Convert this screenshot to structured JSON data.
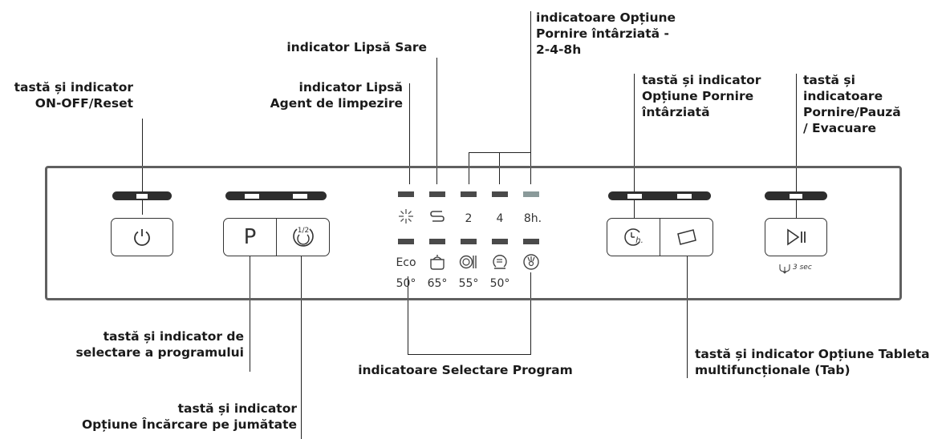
{
  "labels": {
    "on_off": [
      "tastă și indicator",
      "ON-OFF/Reset"
    ],
    "salt": "indicator Lipsă Sare",
    "rinse": [
      "indicator Lipsă",
      "Agent de limpezire"
    ],
    "delay_indicators": [
      "indicatoare Opțiune",
      "Pornire întârziată -",
      "2-4-8h"
    ],
    "delay_key": [
      "tastă și indicator",
      "Opțiune Pornire",
      "întârziată"
    ],
    "start_pause": [
      "tastă și",
      "indicatoare",
      "Pornire/Pauză",
      "/ Evacuare"
    ],
    "program_select": [
      "tastă și indicator de",
      "selectare a programului"
    ],
    "program_indicators": "indicatoare Selectare Program",
    "half_load": [
      "tastă și indicator",
      "Opțiune Încărcare pe jumătate"
    ],
    "tab": [
      "tastă și indicator Opțiune Tableta",
      "multifuncționale (Tab)"
    ]
  },
  "panel": {
    "program_key_letter": "P",
    "delay_values": [
      "2",
      "4",
      "8h."
    ],
    "temperatures": [
      "50°",
      "65°",
      "55°",
      "50°"
    ],
    "eco_label": "Eco",
    "half_load_symbol": "1/2",
    "delay_icon_text": "h.",
    "drain_hint": "3 sec"
  },
  "icons": {
    "power": "power-icon",
    "program": "program-p-icon",
    "half_load": "half-load-icon",
    "rinse": "rinse-aid-icon",
    "salt": "salt-icon",
    "eco": "eco-program-icon",
    "intensive": "intensive-pot-icon",
    "normal": "normal-dishes-icon",
    "fast": "fast-program-icon",
    "prewash": "prewash-icon",
    "delay": "delay-start-icon",
    "tab": "tablet-icon",
    "start_pause": "play-pause-icon",
    "drain": "drain-icon"
  }
}
